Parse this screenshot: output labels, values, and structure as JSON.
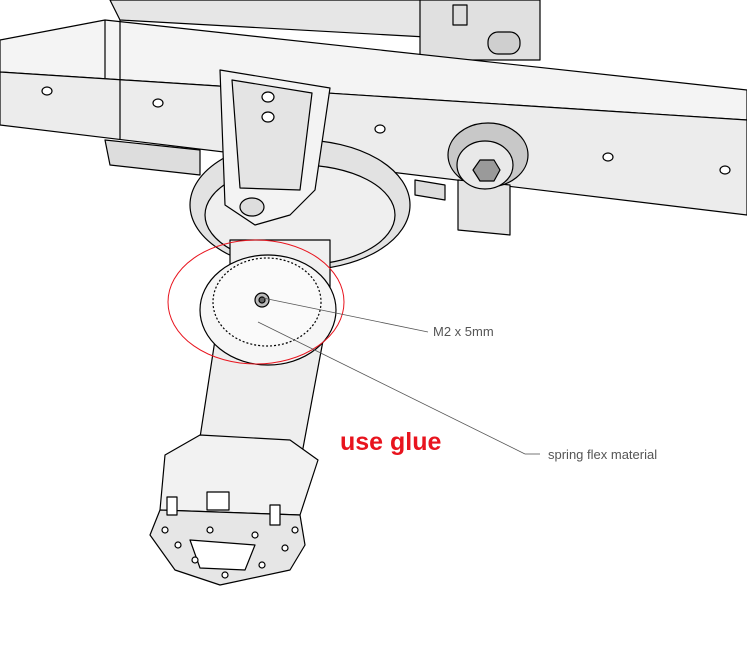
{
  "annotations": {
    "screw_label": "M2 x 5mm",
    "flex_label": "spring flex material",
    "glue_note": "use glue"
  },
  "colors": {
    "glue_note": "#e8141e",
    "selection_circle": "#e8141e",
    "leader_line": "#555555",
    "part_fill": "#f2f2f2",
    "part_shade": "#d4d4d4",
    "edge": "#000000"
  }
}
